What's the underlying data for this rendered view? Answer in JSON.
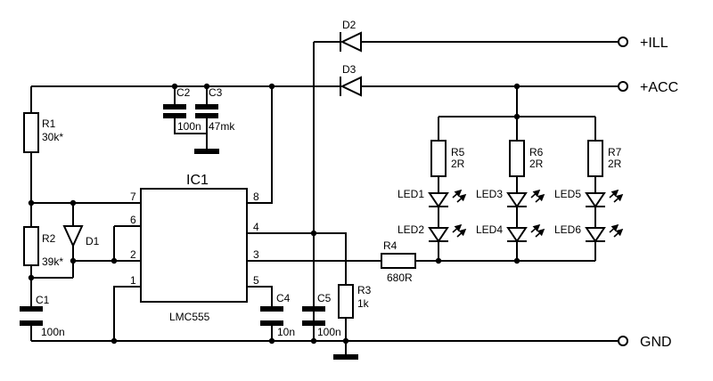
{
  "schematic": {
    "ic": {
      "ref": "IC1",
      "part": "LMC555",
      "pins": [
        "1",
        "2",
        "3",
        "4",
        "5",
        "6",
        "7",
        "8"
      ]
    },
    "resistors": [
      {
        "ref": "R1",
        "value": "30k*"
      },
      {
        "ref": "R2",
        "value": "39k*"
      },
      {
        "ref": "R3",
        "value": "1k"
      },
      {
        "ref": "R4",
        "value": "680R"
      },
      {
        "ref": "R5",
        "value": "2R"
      },
      {
        "ref": "R6",
        "value": "2R"
      },
      {
        "ref": "R7",
        "value": "2R"
      }
    ],
    "capacitors": [
      {
        "ref": "C1",
        "value": "100n"
      },
      {
        "ref": "C2",
        "value": "100n"
      },
      {
        "ref": "C3",
        "value": "47mk"
      },
      {
        "ref": "C4",
        "value": "10n"
      },
      {
        "ref": "C5",
        "value": "100n"
      }
    ],
    "diodes": [
      "D1",
      "D2",
      "D3"
    ],
    "leds": [
      "LED1",
      "LED2",
      "LED3",
      "LED4",
      "LED5",
      "LED6"
    ],
    "terminals": [
      "+ILL",
      "+ACC",
      "GND"
    ]
  }
}
